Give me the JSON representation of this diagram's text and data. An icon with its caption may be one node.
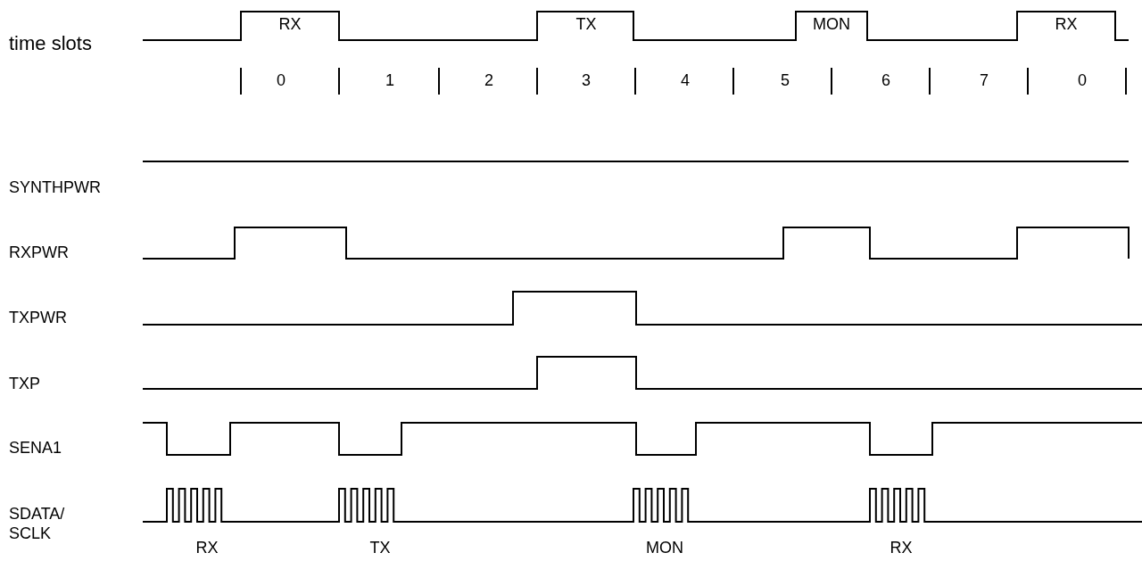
{
  "diagram": {
    "labels": [
      "time slots",
      "RX",
      "TX",
      "MON",
      "RX",
      "0",
      "1",
      "2",
      "3",
      "4",
      "5",
      "6",
      "7",
      "0",
      "SYNTHPWR",
      "RXPWR",
      "TXPWR",
      "TXP",
      "SENA1",
      "SDATA/ SCLK",
      "RX",
      "TX",
      "MON",
      "RX"
    ]
  }
}
